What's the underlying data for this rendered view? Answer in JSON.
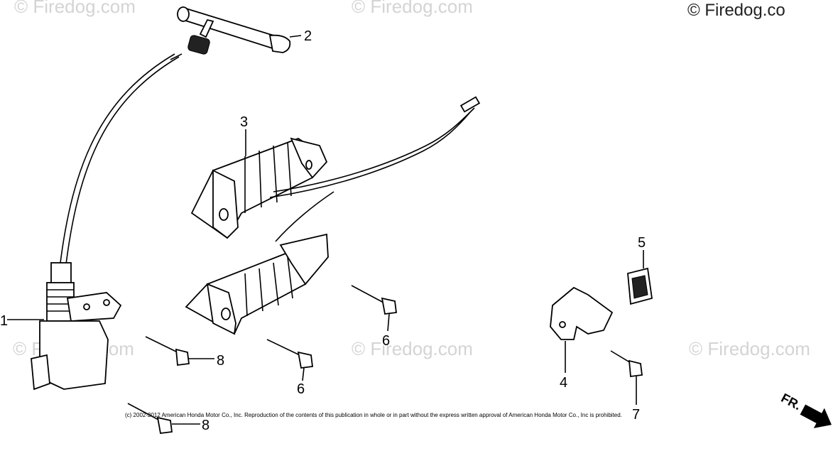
{
  "watermark": {
    "text": "© Firedog.com",
    "text_top_right": "© Firedog.co"
  },
  "callouts": [
    {
      "id": "1",
      "label": "1"
    },
    {
      "id": "2",
      "label": "2"
    },
    {
      "id": "3",
      "label": "3"
    },
    {
      "id": "4",
      "label": "4"
    },
    {
      "id": "5",
      "label": "5"
    },
    {
      "id": "6a",
      "label": "6"
    },
    {
      "id": "6b",
      "label": "6"
    },
    {
      "id": "7",
      "label": "7"
    },
    {
      "id": "8a",
      "label": "8"
    },
    {
      "id": "8b",
      "label": "8"
    }
  ],
  "copyright": "(c) 2002-2012 American Honda Motor Co., Inc. Reproduction of the contents of this publication in whole or in part without the express written approval of American Honda Motor Co., Inc is prohibited.",
  "direction_marker": {
    "label": "FR.",
    "icon": "arrow-icon"
  }
}
